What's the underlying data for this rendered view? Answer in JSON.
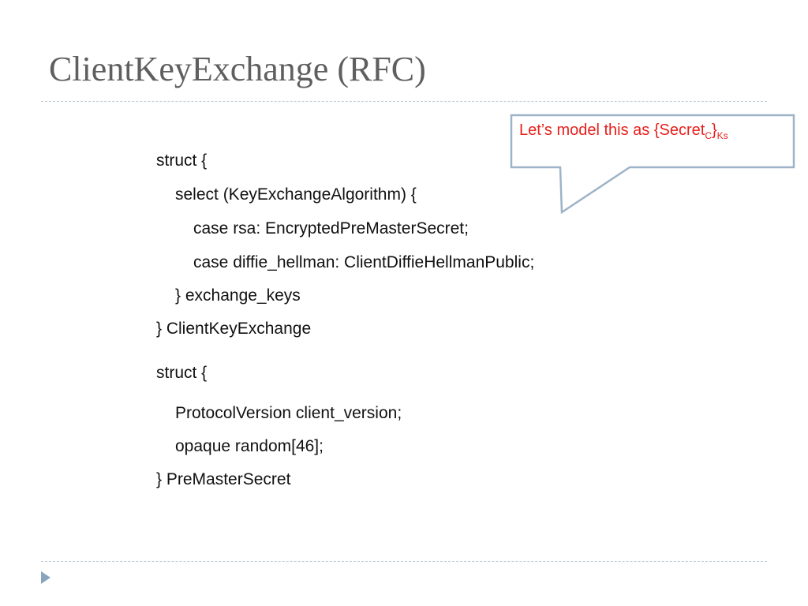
{
  "slide": {
    "title": "ClientKeyExchange (RFC)",
    "callout": {
      "text_main": "Let’s model this as {Secret",
      "sub1": "C",
      "text_brace": "}",
      "sub2": "Ks",
      "text_color": "#e8201c",
      "border_color": "#9eb3c8"
    },
    "code_lines": [
      "struct {",
      "select (KeyExchangeAlgorithm) {",
      "case rsa: EncryptedPreMasterSecret;",
      "case diffie_hellman: ClientDiffieHellmanPublic;",
      "} exchange_keys",
      "} ClientKeyExchange",
      "struct {",
      "ProtocolVersion client_version;",
      "opaque random[46];",
      "} PreMasterSecret"
    ],
    "nav_icon": "play-triangle-icon",
    "accent_color": "#9eb3c8"
  }
}
